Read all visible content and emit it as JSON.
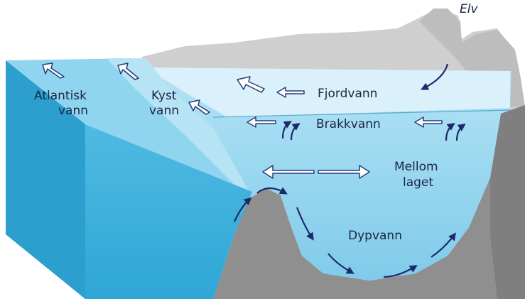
{
  "labels": {
    "atlantic_line1": "Atlantisk",
    "atlantic_line2": "vann",
    "coastal_line1": "Kyst",
    "coastal_line2": "vann",
    "fjord": "Fjordvann",
    "brackish": "Brakkvann",
    "middle_line1": "Mellom",
    "middle_line2": "laget",
    "deep": "Dypvann",
    "river": "Elv"
  },
  "colors": {
    "ocean_front": "#3bb2de",
    "ocean_top": "#8fd5ef",
    "coastal_water": "#a6dcf2",
    "fjord_water": "#8fd3ee",
    "surface_fjord": "#dff2fb",
    "mountain": "#c9c9c9",
    "rock": "#8f8f8f",
    "arrow_dark": "#1d2a6b",
    "label_text": "#1a2540"
  },
  "icons": {
    "flow_arrow": "hollow-arrow-icon",
    "current_arrow": "curved-arrow-icon"
  }
}
